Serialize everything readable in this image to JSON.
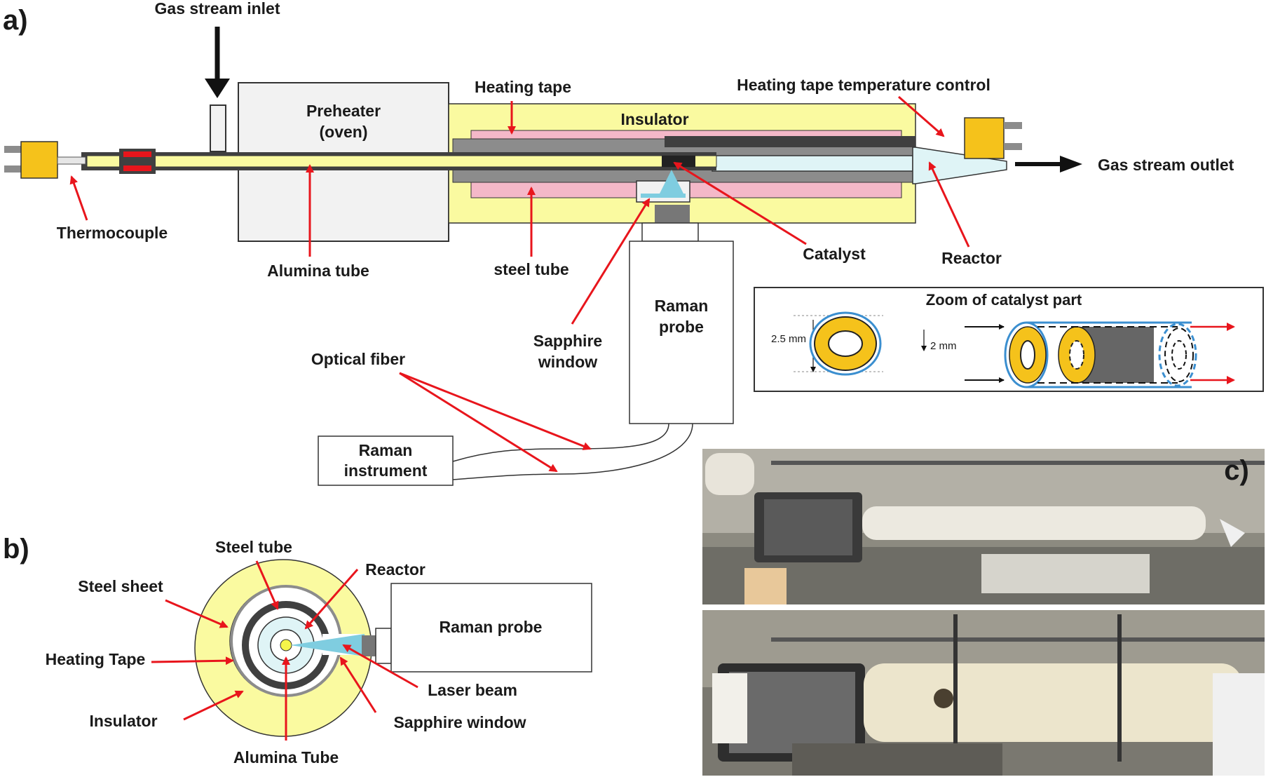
{
  "panels": {
    "a": "a)",
    "b": "b)",
    "c": "c)"
  },
  "panel_a": {
    "gas_inlet": "Gas stream inlet",
    "preheater_line1": "Preheater",
    "preheater_line2": "(oven)",
    "heating_tape": "Heating tape",
    "insulator": "Insulator",
    "heating_tape_control": "Heating tape temperature control",
    "gas_outlet": "Gas stream outlet",
    "thermocouple": "Thermocouple",
    "alumina_tube": "Alumina tube",
    "steel_tube": "steel tube",
    "catalyst": "Catalyst",
    "reactor": "Reactor",
    "raman_probe_line1": "Raman",
    "raman_probe_line2": "probe",
    "sapphire_line1": "Sapphire",
    "sapphire_line2": "window",
    "optical_fiber": "Optical fiber",
    "raman_instrument_line1": "Raman",
    "raman_instrument_line2": "instrument"
  },
  "zoom": {
    "title": "Zoom of catalyst part",
    "dim_outer": "2.5 mm",
    "dim_inner": "2 mm"
  },
  "panel_b": {
    "steel_tube": "Steel tube",
    "reactor": "Reactor",
    "steel_sheet": "Steel sheet",
    "heating_tape": "Heating Tape",
    "insulator": "Insulator",
    "alumina_tube": "Alumina Tube",
    "raman_probe": "Raman probe",
    "laser_beam": "Laser beam",
    "sapphire_window": "Sapphire window"
  },
  "colors": {
    "insulator": "#fafaa0",
    "heating_tape": "#f4b8c8",
    "tube_dark": "#404040",
    "steel": "#8c8c8c",
    "thermocouple": "#f5c21b",
    "arrow": "#e8151c",
    "reactor": "#dff4f6",
    "beam": "#7fcde0",
    "zoom_ring": "#3b8fd0"
  }
}
